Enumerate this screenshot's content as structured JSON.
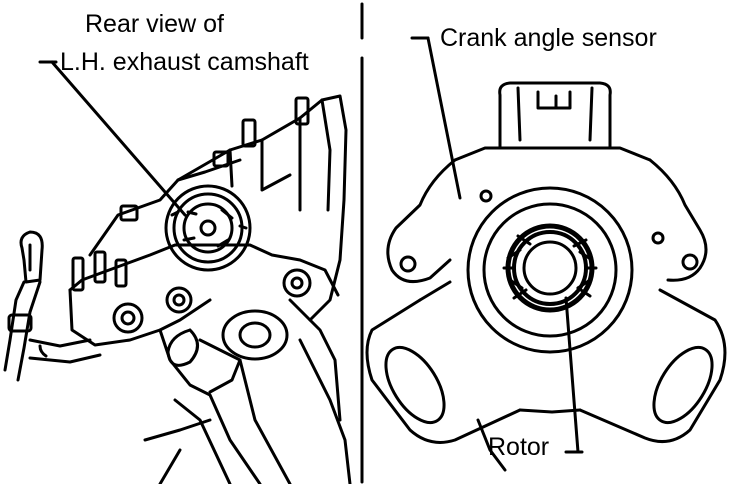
{
  "labels": {
    "rear_view_line1": "Rear view of",
    "rear_view_line2": "L.H. exhaust camshaft",
    "crank_angle_sensor": "Crank angle sensor",
    "rotor": "Rotor"
  },
  "colors": {
    "ink": "#000000",
    "paper": "#ffffff"
  }
}
